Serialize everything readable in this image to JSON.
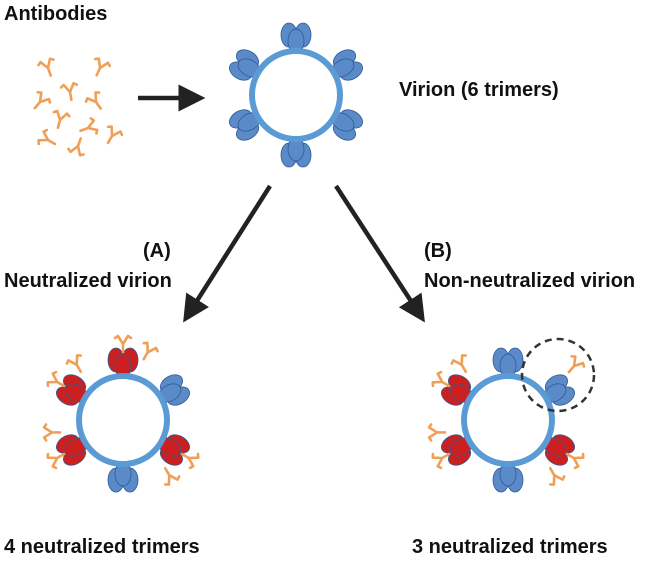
{
  "labels": {
    "antibodies": "Antibodies",
    "virion": "Virion (6 trimers)",
    "branch_a_letter": "(A)",
    "branch_a_text": "Neutralized virion",
    "branch_b_letter": "(B)",
    "branch_b_text": "Non-neutralized virion",
    "count_a": "4 neutralized trimers",
    "count_b": "3 neutralized trimers"
  },
  "colors": {
    "virion_ring": "#5b9bd5",
    "trimer_free": "#5b8ac9",
    "trimer_neutralized": "#cc1f1f",
    "antibody": "#f0a056",
    "arrow": "#222222"
  },
  "virions": {
    "top": {
      "trimers_total": 6,
      "neutralized": 0
    },
    "A": {
      "trimers_total": 6,
      "neutralized": 4
    },
    "B": {
      "trimers_total": 6,
      "neutralized": 3
    }
  }
}
